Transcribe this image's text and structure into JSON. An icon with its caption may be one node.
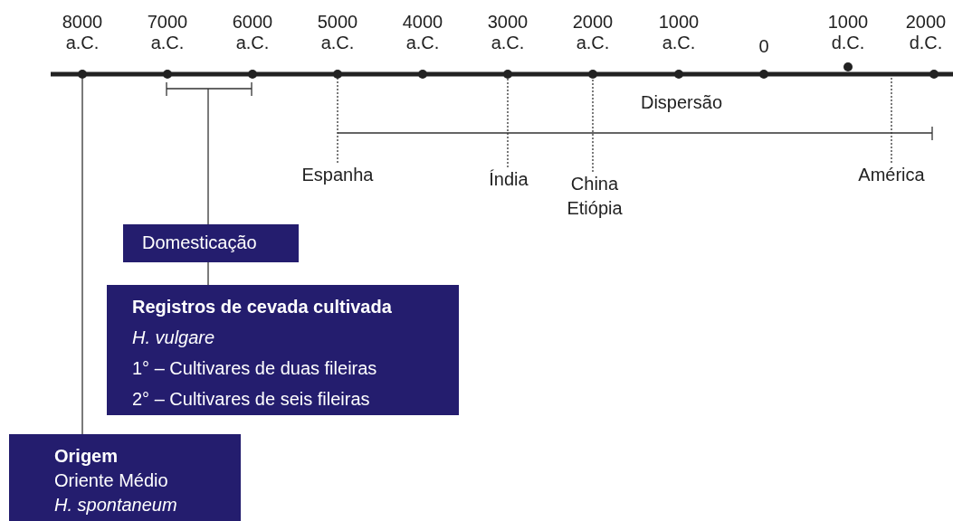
{
  "diagram": {
    "nodes": [
      {
        "text": [
          "Domesticação"
        ]
      },
      {
        "text": [
          "Registros de cevada cultivada",
          "H. vulgare",
          "1° –  Cultivares de duas fileiras",
          "2° –  Cultivares de seis fileiras"
        ]
      },
      {
        "text": [
          "Origem",
          "Oriente Médio",
          "H. spontaneum"
        ]
      },
      {
        "text": [
          "Espanha"
        ]
      },
      {
        "text": [
          "Índia"
        ]
      },
      {
        "text": [
          "China Etiópia"
        ]
      },
      {
        "text": [
          "América"
        ]
      }
    ],
    "edges": [
      {
        "from": null,
        "to": 0,
        "arrow": "none"
      },
      {
        "from": 0,
        "to": 1,
        "arrow": "none"
      },
      {
        "from": null,
        "to": 2,
        "arrow": "none"
      },
      {
        "from": 3,
        "to": null,
        "arrow": "none",
        "style": "dashed"
      },
      {
        "from": 4,
        "to": null,
        "arrow": "none",
        "style": "dashed"
      },
      {
        "from": 5,
        "to": null,
        "arrow": "none",
        "style": "dashed"
      },
      {
        "from": 6,
        "to": null,
        "arrow": "none",
        "style": "dashed"
      }
    ],
    "labels": [
      "8000 a.C.",
      "7000 a.C.",
      "6000 a.C.",
      "5000 a.C.",
      "4000 a.C.",
      "3000 a.C.",
      "2000 a.C.",
      "1000 a.C.",
      "0",
      "1000 d.C.",
      "2000 d.C.",
      "Dispersão"
    ]
  }
}
